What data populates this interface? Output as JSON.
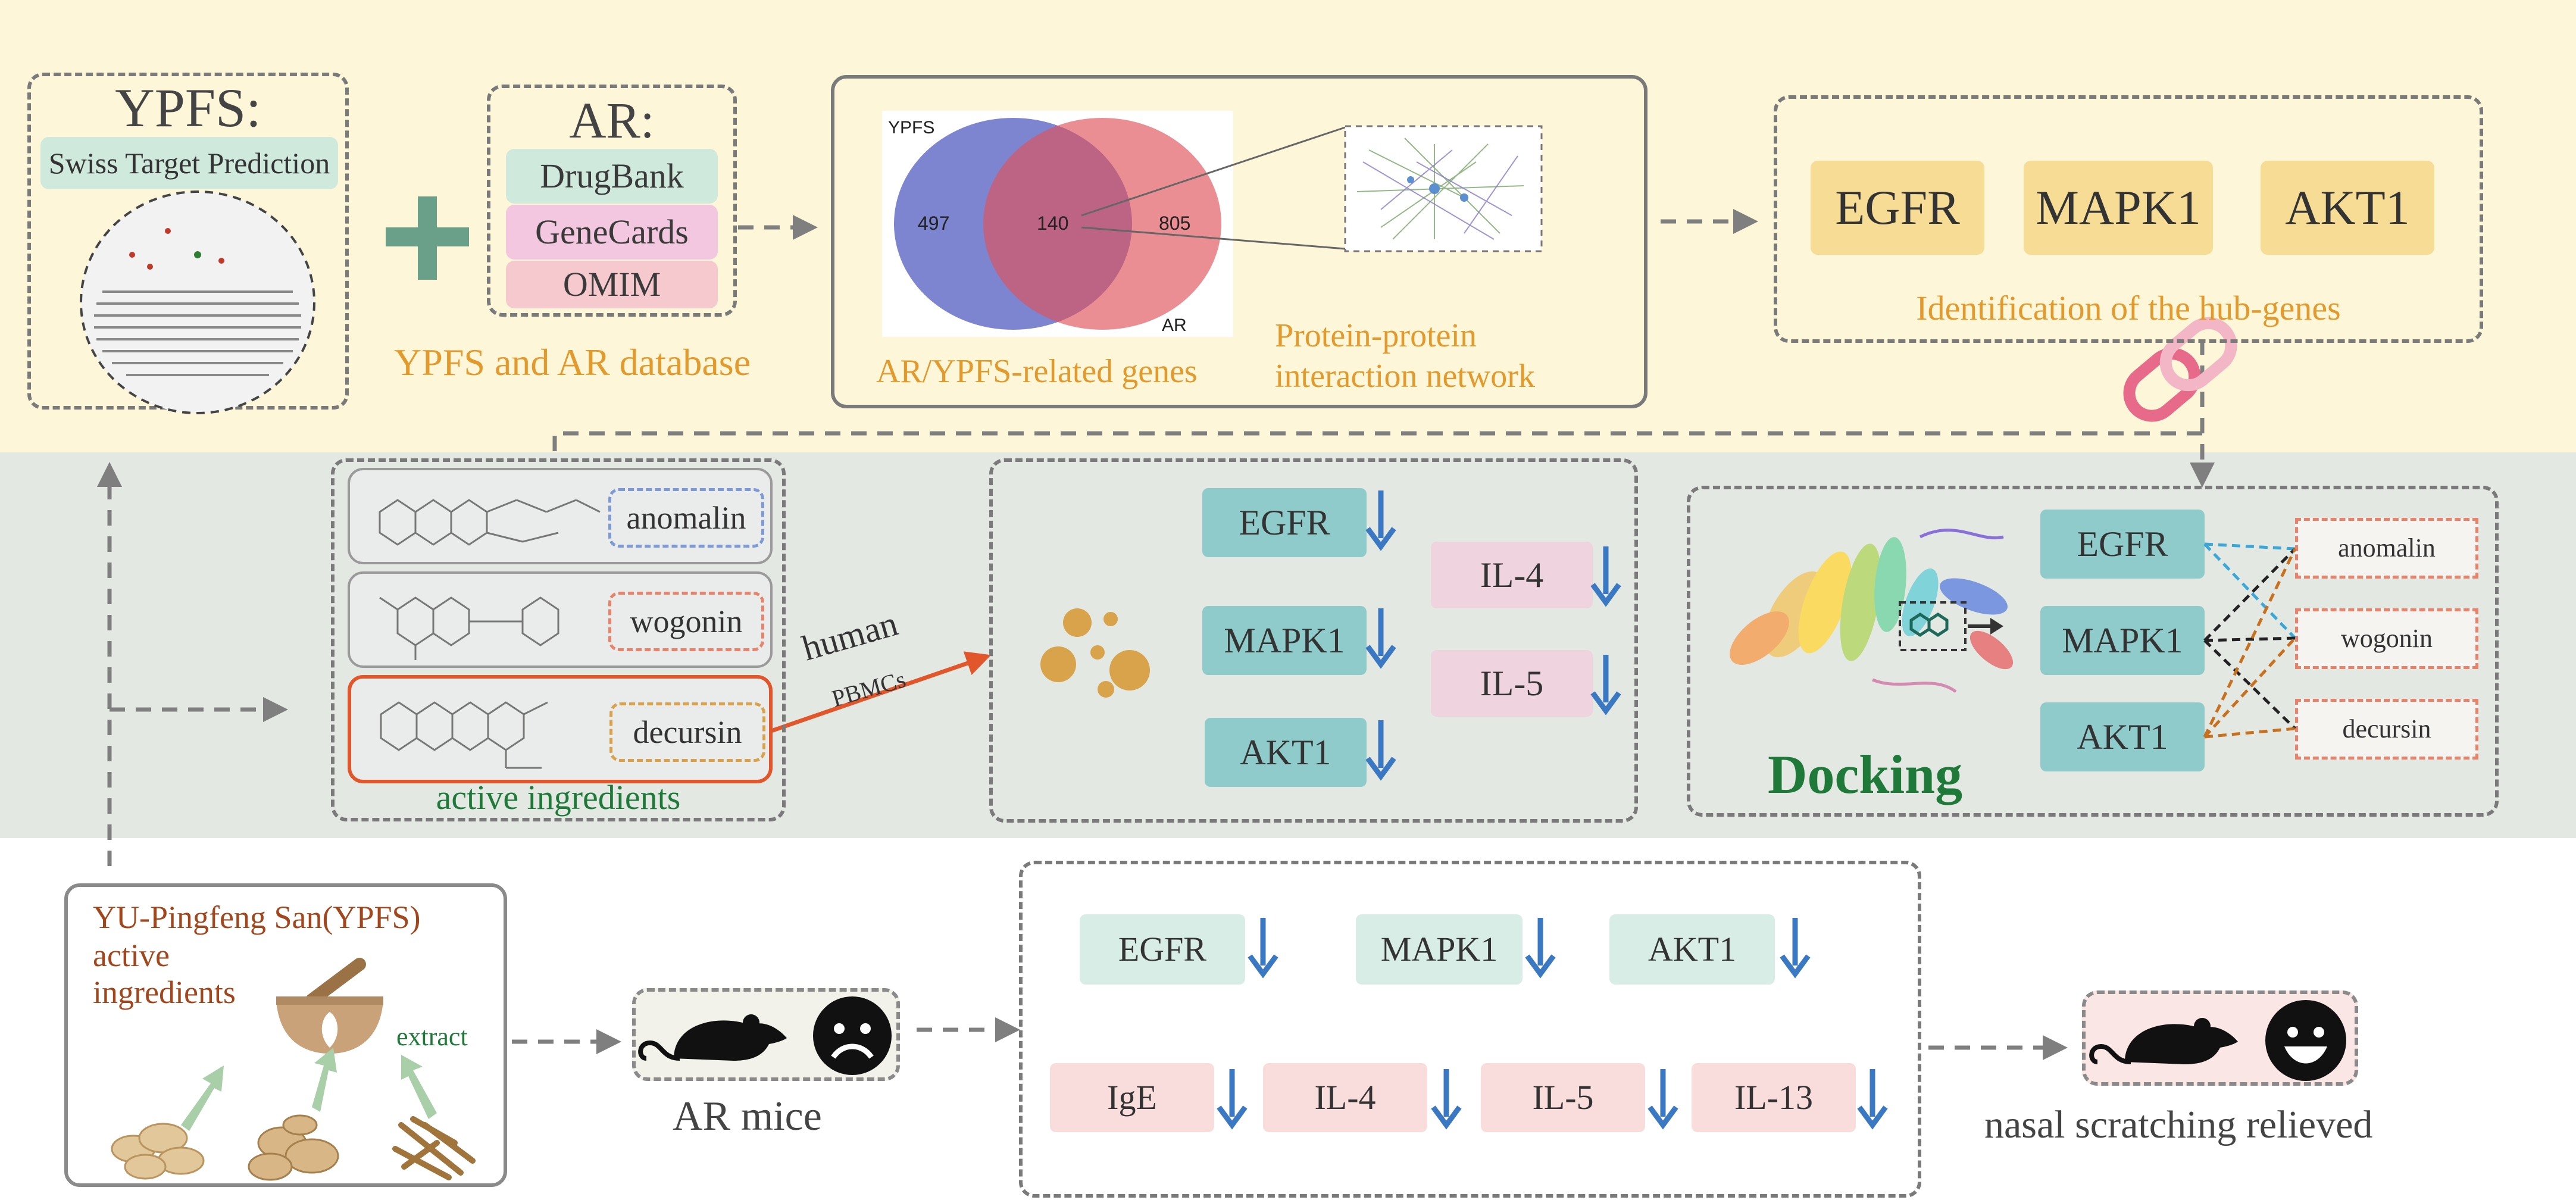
{
  "colors": {
    "top_band": "#fdf6d9",
    "mid_band": "#e3e8e3",
    "accent_orange": "#e29a2d",
    "accent_green": "#1f7a3a",
    "down_arrow": "#3b78c3",
    "teal_box": "#8fcbcb",
    "pink_box": "#efd3de",
    "gene_box": "#f6dc95"
  },
  "ypfs_box": {
    "title": "YPFS:",
    "tool": "Swiss Target Prediction"
  },
  "ar_box": {
    "title": "AR:",
    "databases": [
      "DrugBank",
      "GeneCards",
      "OMIM"
    ]
  },
  "database_caption": "YPFS and AR database",
  "venn": {
    "left_label": "YPFS",
    "right_label": "AR",
    "left_only": "497",
    "overlap": "140",
    "right_only": "805"
  },
  "venn_caption": "AR/YPFS-related genes",
  "ppi_caption": {
    "line1": "Protein-protein",
    "line2": "interaction network"
  },
  "hub": {
    "genes": [
      "EGFR",
      "MAPK1",
      "AKT1"
    ],
    "caption": "Identification of the hub-genes"
  },
  "ingredients": {
    "items": [
      "anomalin",
      "wogonin",
      "decursin"
    ],
    "caption": "active ingredients"
  },
  "pbmc_arrow": {
    "line1": "human",
    "line2": "PBMCs"
  },
  "pbmc_results": {
    "left": [
      "EGFR",
      "MAPK1",
      "AKT1"
    ],
    "right": [
      "IL-4",
      "IL-5"
    ]
  },
  "docking": {
    "title": "Docking",
    "genes": [
      "EGFR",
      "MAPK1",
      "AKT1"
    ],
    "ligands": [
      "anomalin",
      "wogonin",
      "decursin"
    ]
  },
  "ypfs_source": {
    "line1": "YU-Pingfeng San(YPFS)",
    "line2": "active",
    "line3": "ingredients",
    "extract": "extract"
  },
  "mice": {
    "label": "AR mice",
    "icon_left": "rat-icon",
    "icon_right": "sad-face-icon"
  },
  "mice_results": {
    "row1": [
      "EGFR",
      "MAPK1",
      "AKT1"
    ],
    "row2": [
      "IgE",
      "IL-4",
      "IL-5",
      "IL-13"
    ]
  },
  "outcome": {
    "label": "nasal scratching relieved",
    "icon_left": "rat-icon",
    "icon_right": "happy-face-icon"
  }
}
